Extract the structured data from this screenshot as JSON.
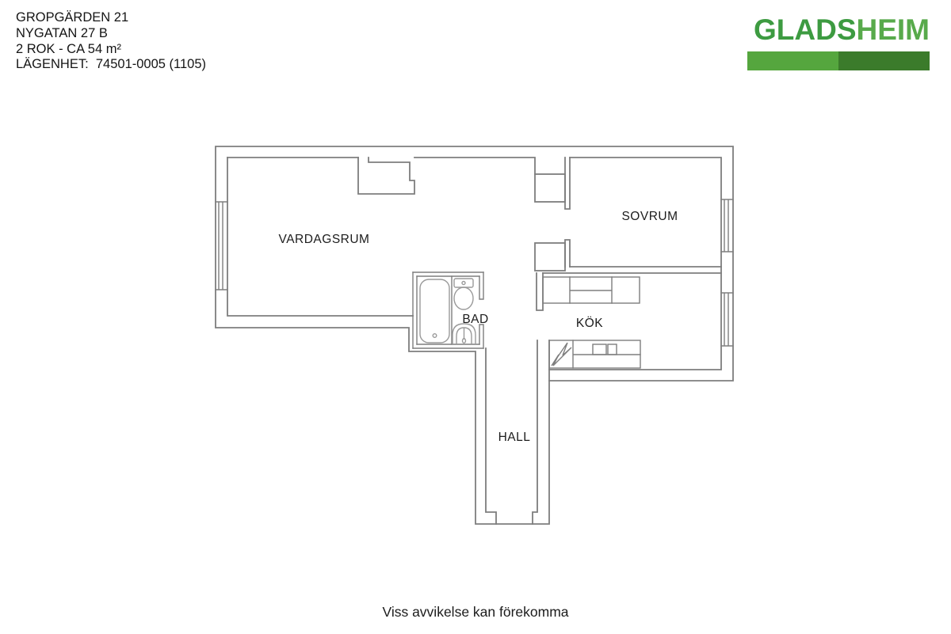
{
  "header": {
    "lines": [
      "GROPGÄRDEN 21",
      "NYGATAN 27 B",
      "2 ROK - CA 54 m²",
      "LÄGENHET:  74501-0005 (1105)"
    ]
  },
  "logo": {
    "text_primary": "GLADS",
    "text_secondary": "HEIM",
    "text_primary_color": "#3d9b41",
    "text_secondary_color": "#58aa4b",
    "bar_left_color": "#55a63e",
    "bar_right_color": "#3b7b2b"
  },
  "floorplan": {
    "wall_color": "#7e7e7e",
    "fixture_color": "#9a9a9a",
    "label_color": "#1c1c1c",
    "rooms": [
      {
        "label": "VARDAGSRUM"
      },
      {
        "label": "SOVRUM"
      },
      {
        "label": "BAD"
      },
      {
        "label": "KÖK"
      },
      {
        "label": "HALL"
      }
    ]
  },
  "footer": {
    "disclaimer": "Viss avvikelse kan förekomma"
  }
}
